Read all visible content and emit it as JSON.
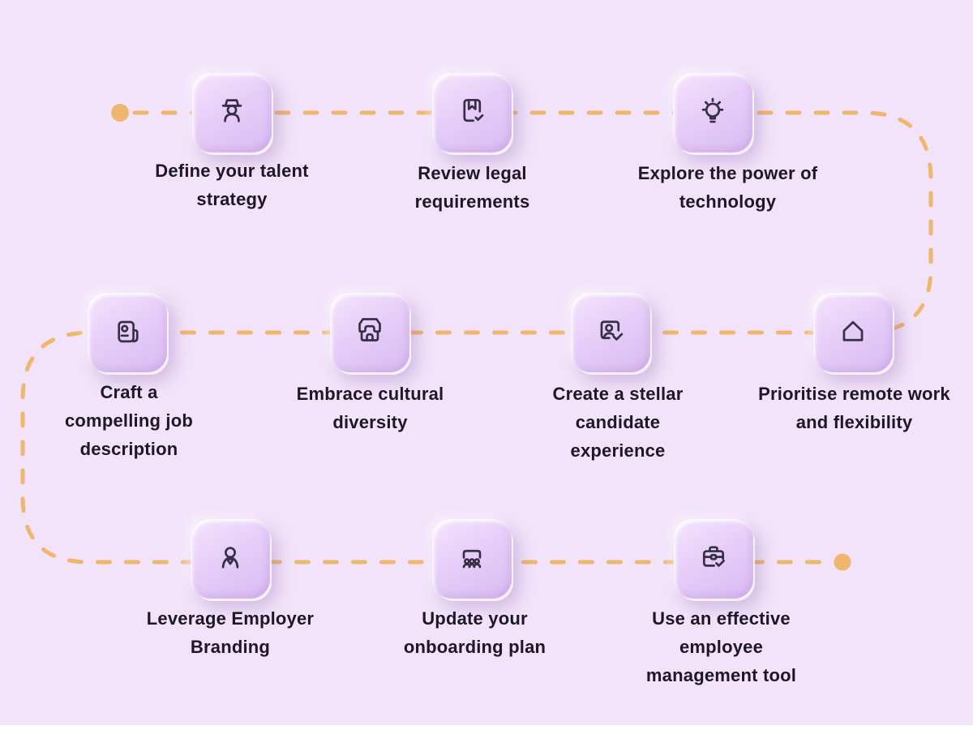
{
  "background": {
    "color": "#f2e3fa",
    "bottom_strip_color": "#ffffff"
  },
  "flow": {
    "style": "dashed",
    "line_color": "#efb76e",
    "dot_color": "#efb76e",
    "start_dot": "left of step 1",
    "end_dot": "right of step 10"
  },
  "tile": {
    "fill_top": "#f4e5fd",
    "fill_bottom": "#d9baf2",
    "icon_color": "#363046"
  },
  "text_color": "#1d1726",
  "steps": [
    {
      "icon": "detective-user-icon",
      "label": "Define your talent strategy"
    },
    {
      "icon": "bookmark-check-icon",
      "label": "Review legal requirements"
    },
    {
      "icon": "lightbulb-idea-icon",
      "label": "Explore the power of technology"
    },
    {
      "icon": "id-card-icon",
      "label": "Craft a compelling job description"
    },
    {
      "icon": "storefront-icon",
      "label": "Embrace cultural diversity"
    },
    {
      "icon": "user-check-icon",
      "label": "Create a stellar candidate experience"
    },
    {
      "icon": "home-icon",
      "label": "Prioritise remote work and flexibility"
    },
    {
      "icon": "businessman-tie-icon",
      "label": "Leverage Employer Branding"
    },
    {
      "icon": "audience-icon",
      "label": "Update your onboarding plan"
    },
    {
      "icon": "briefcase-check-icon",
      "label": "Use an effective employee management tool"
    }
  ]
}
